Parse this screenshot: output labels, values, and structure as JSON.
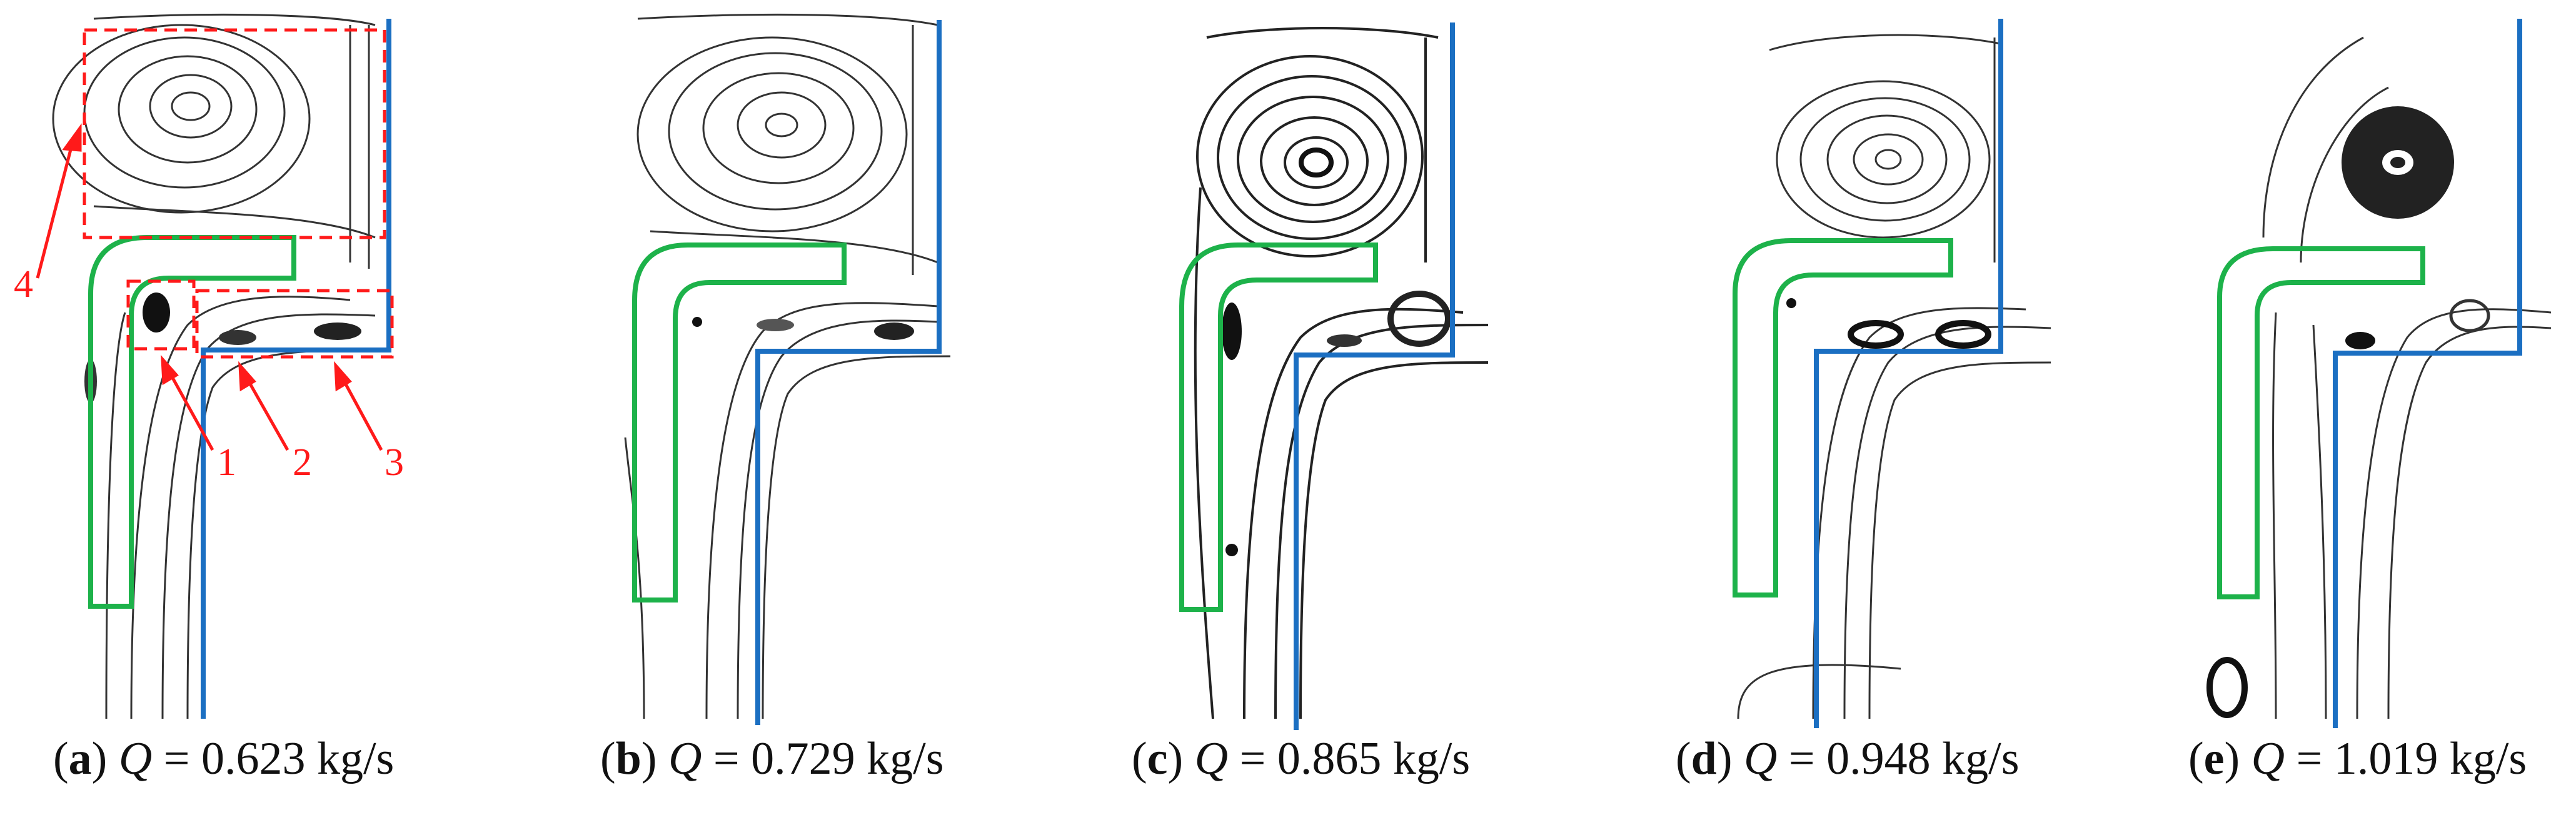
{
  "panels": [
    {
      "id": "a",
      "label": "a",
      "q_symbol": "Q",
      "value": "= 0.623 kg/s"
    },
    {
      "id": "b",
      "label": "b",
      "q_symbol": "Q",
      "value": "= 0.729 kg/s"
    },
    {
      "id": "c",
      "label": "c",
      "q_symbol": "Q",
      "value": "= 0.865 kg/s"
    },
    {
      "id": "d",
      "label": "d",
      "q_symbol": "Q",
      "value": "= 0.948 kg/s"
    },
    {
      "id": "e",
      "label": "e",
      "q_symbol": "Q",
      "value": "= 1.019 kg/s"
    }
  ],
  "annotations": {
    "n1": "1",
    "n2": "2",
    "n3": "3",
    "n4": "4"
  },
  "colors": {
    "wall_green": "#1db24a",
    "wall_blue": "#1b6fc2",
    "annotation_red": "#ff1a1a",
    "streamline": "#333333"
  }
}
